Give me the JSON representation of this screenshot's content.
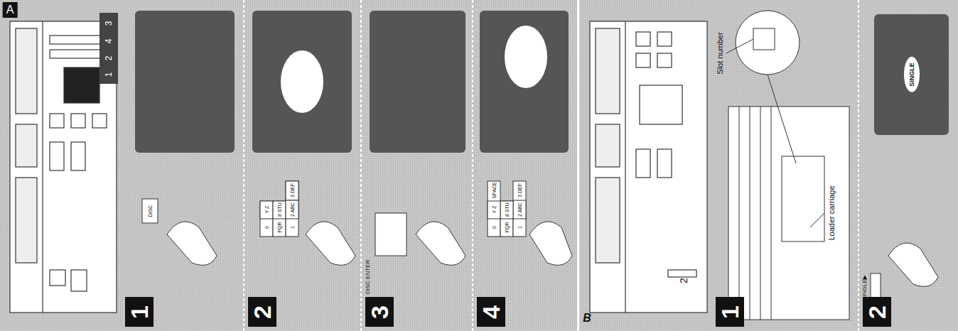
{
  "diagram": {
    "nodes": [
      {
        "text": [
          "1"
        ]
      },
      {
        "text": [
          "2"
        ]
      },
      {
        "text": [
          "3"
        ]
      },
      {
        "text": [
          "4"
        ]
      },
      {
        "text": [
          "1"
        ]
      },
      {
        "text": [
          "2"
        ]
      },
      {
        "text": [
          "SINGLE"
        ],
        "in": 5
      }
    ],
    "labels": [
      "A",
      "1",
      "2",
      "4",
      "3",
      "DISC",
      "1",
      "2 ABC",
      "3 DEF",
      "PQR",
      "8 STU",
      "0",
      "Y Z",
      "DISC ENTER",
      "1",
      "2 ABC",
      "3 DEF",
      "PQR",
      "8 STU",
      "0",
      "Y Z",
      "SPACE",
      "B",
      "2",
      "Slot number",
      "Loader carriage",
      "SINGLE▶"
    ]
  }
}
